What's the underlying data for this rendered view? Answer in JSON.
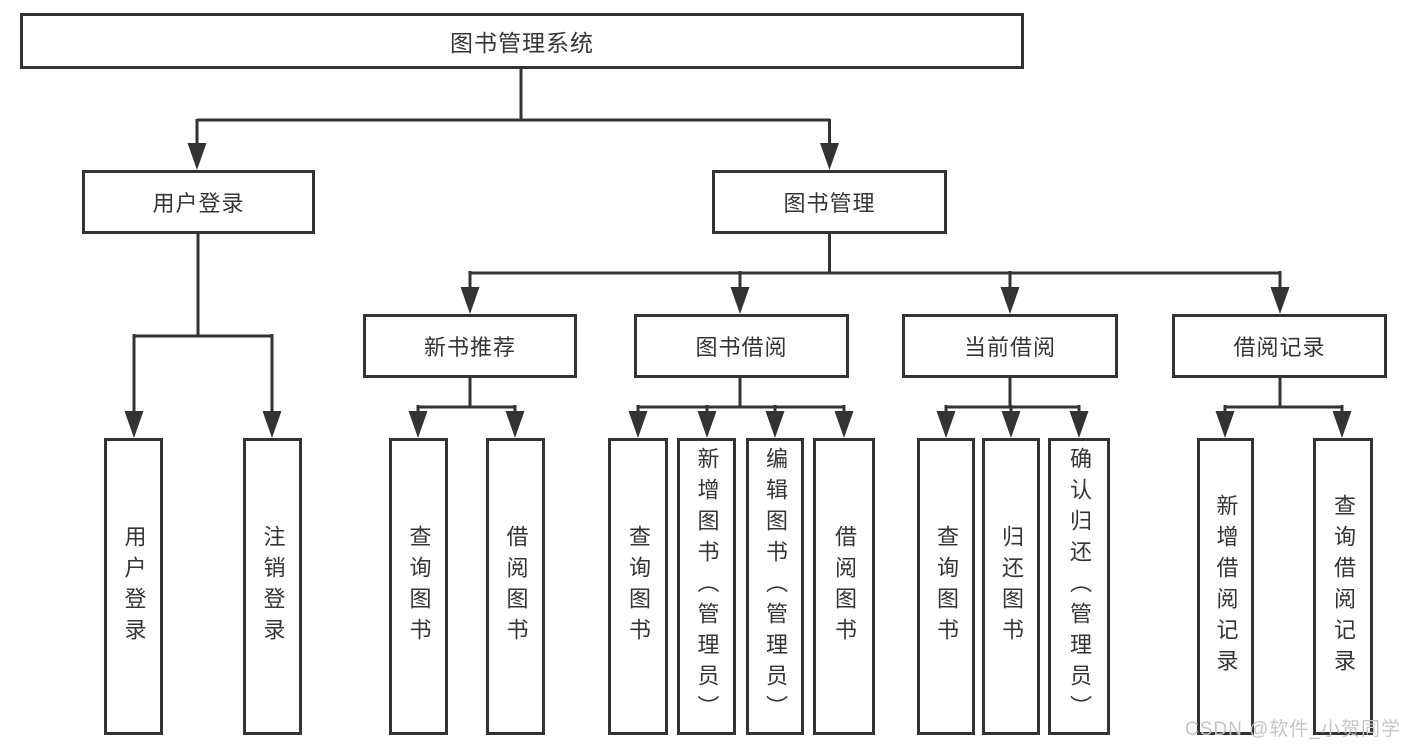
{
  "diagram": {
    "root": {
      "label": "图书管理系统",
      "children": [
        {
          "label": "用户登录",
          "children": [
            {
              "label": "用户登录"
            },
            {
              "label": "注销登录"
            }
          ]
        },
        {
          "label": "图书管理",
          "children": [
            {
              "label": "新书推荐",
              "children": [
                {
                  "label": "查询图书"
                },
                {
                  "label": "借阅图书"
                }
              ]
            },
            {
              "label": "图书借阅",
              "children": [
                {
                  "label": "查询图书"
                },
                {
                  "label": "新增图书（管理员）"
                },
                {
                  "label": "编辑图书（管理员）"
                },
                {
                  "label": "借阅图书"
                }
              ]
            },
            {
              "label": "当前借阅",
              "children": [
                {
                  "label": "查询图书"
                },
                {
                  "label": "归还图书"
                },
                {
                  "label": "确认归还（管理员）"
                }
              ]
            },
            {
              "label": "借阅记录",
              "children": [
                {
                  "label": "新增借阅记录"
                },
                {
                  "label": "查询借阅记录"
                }
              ]
            }
          ]
        }
      ]
    }
  },
  "watermark": {
    "text": "CSDN @软件_小贺同学"
  },
  "colors": {
    "line": "#333333",
    "text": "#353535",
    "watermark": "#c5c5c9",
    "background": "#ffffff"
  }
}
